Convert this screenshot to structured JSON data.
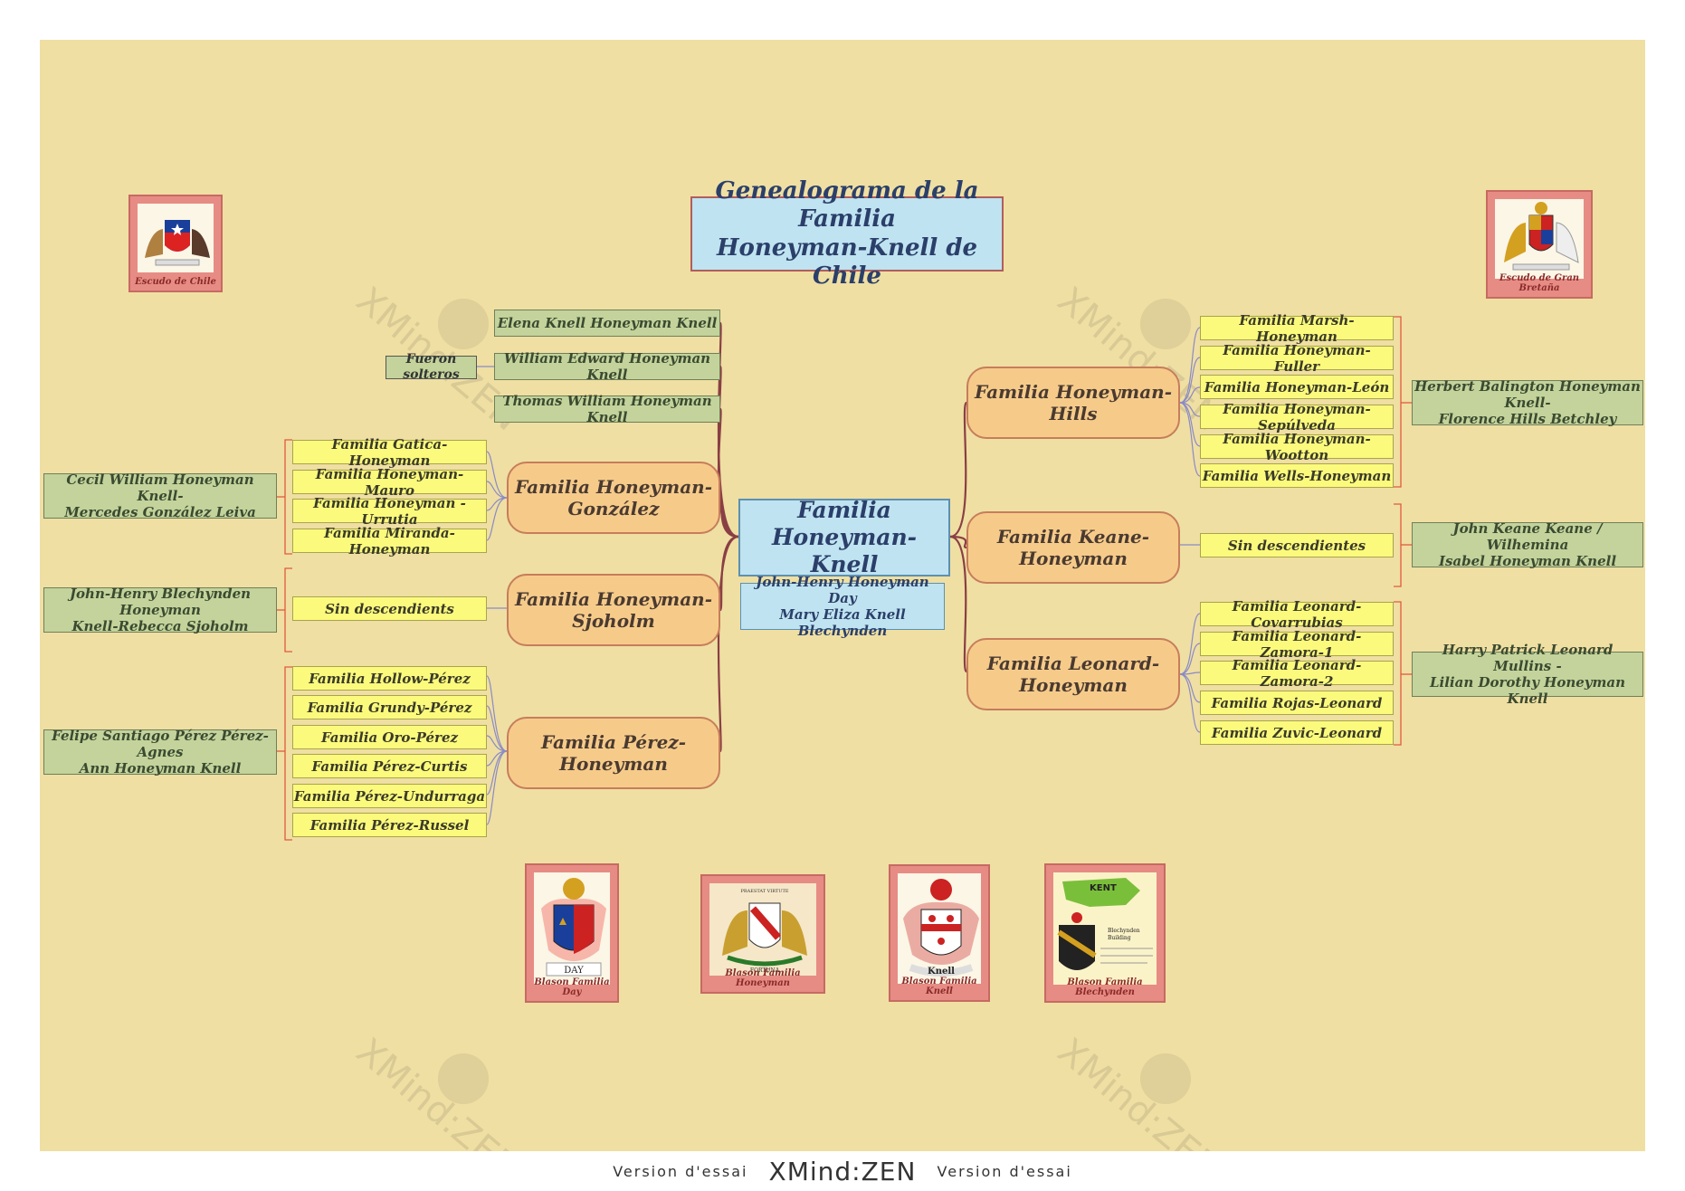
{
  "title": "Genealograma de la Familia Honeyman-Knell de Chile",
  "title_lines": [
    "Genealograma de la Familia",
    "Honeyman-Knell de Chile"
  ],
  "central": {
    "lines": [
      "Familia",
      "Honeyman-Knell"
    ]
  },
  "parents": {
    "lines": [
      "John-Henry Honeyman Day",
      "Mary Eliza Knell Blechynden"
    ]
  },
  "left": {
    "singles": [
      "Elena Knell Honeyman Knell",
      "William Edward Honeyman Knell",
      "Thomas William Honeyman Knell"
    ],
    "singles_note": "Fueron solteros",
    "families": [
      {
        "lines": [
          "Familia Honeyman-",
          "González"
        ],
        "children": [
          "Familia Gatica-Honeyman",
          "Familia Honeyman-Mauro",
          "Familia Honeyman -Urrutia",
          "Familia Miranda-Honeyman"
        ],
        "couple": [
          "Cecil William Honeyman Knell-",
          "Mercedes González Leiva"
        ]
      },
      {
        "lines": [
          "Familia Honeyman-",
          "Sjoholm"
        ],
        "children": [
          "Sin descendients"
        ],
        "couple": [
          "John-Henry Blechynden Honeyman",
          "Knell-Rebecca Sjoholm"
        ]
      },
      {
        "lines": [
          "Familia Pérez-",
          "Honeyman"
        ],
        "children": [
          "Familia Hollow-Pérez",
          "Familia Grundy-Pérez",
          "Familia  Oro-Pérez",
          "Familia Pérez-Curtis",
          "Familia Pérez-Undurraga",
          "Familia Pérez-Russel"
        ],
        "couple": [
          "Felipe Santiago Pérez Pérez-Agnes",
          "Ann Honeyman Knell"
        ]
      }
    ]
  },
  "right": {
    "families": [
      {
        "lines": [
          "Familia Honeyman-",
          "Hills"
        ],
        "children": [
          "Familia Marsh-Honeyman",
          "Familia Honeyman-Fuller",
          "Familia Honeyman-León",
          "Familia Honeyman-Sepúlveda",
          "Familia Honeyman-Wootton",
          "Familia Wells-Honeyman"
        ],
        "couple": [
          "Herbert Balington Honeyman Knell-",
          "Florence Hills Betchley"
        ]
      },
      {
        "lines": [
          "Familia Keane-",
          "Honeyman"
        ],
        "children": [
          "Sin descendientes"
        ],
        "couple": [
          "John Keane Keane / Wilhemina",
          "Isabel Honeyman Knell"
        ]
      },
      {
        "lines": [
          "Familia Leonard-",
          "Honeyman"
        ],
        "children": [
          "Familia Leonard-Covarrubias",
          "Familia Leonard-Zamora-1",
          "Familia Leonard-Zamora-2",
          "Familia Rojas-Leonard",
          "Familia Zuvic-Leonard"
        ],
        "couple": [
          "Harry Patrick Leonard Mullins -",
          "Lilian Dorothy Honeyman Knell"
        ]
      }
    ]
  },
  "emblems": {
    "chile": "Escudo de Chile",
    "gb": "Escudo de Gran Bretaña",
    "day": "Blason Familia Day",
    "day_text": "DAY",
    "honeyman": "Blason Familia Honeyman",
    "honeyman_motto": "PRAESTAT VIRTUTE",
    "honeyman_word": "FORTUNA",
    "knell": "Blason Familia Knell",
    "knell_text": "Knell",
    "blechynden": "Blason Familia Blechynden",
    "blechynden_map": "KENT",
    "blechynden_text": [
      "Blechynden",
      "Building"
    ]
  },
  "watermark": {
    "brand": "XMind:ZEN",
    "sub": "Version d'essai"
  },
  "footer": {
    "left": "Version d'essai",
    "brand": "XMind:ZEN",
    "right": "Version d'essai"
  },
  "colors": {
    "canvas": "#efdfa2",
    "link_main": "#8a3f45",
    "link_child": "#8a8ac7",
    "bracket": "#e05a40"
  }
}
